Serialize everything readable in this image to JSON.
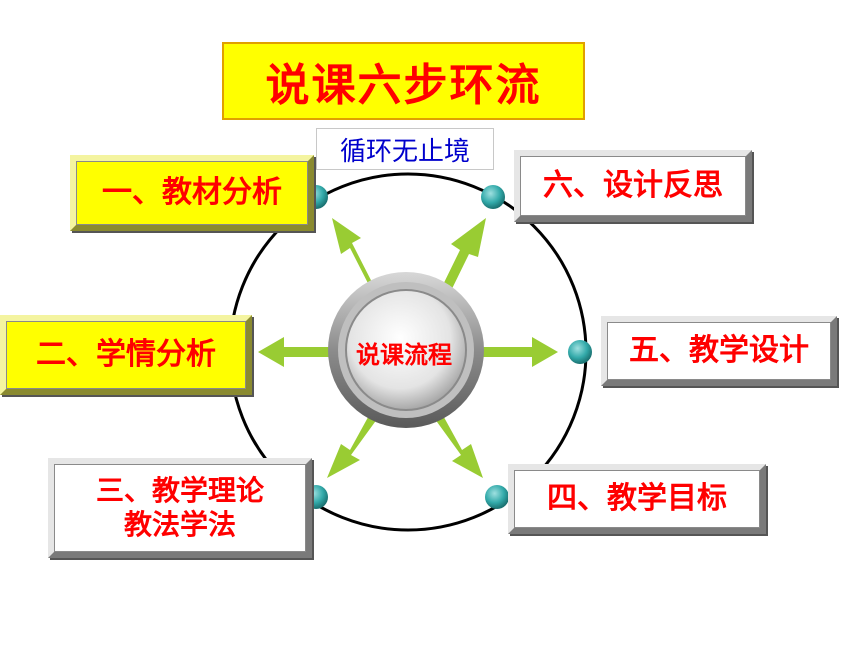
{
  "title": "说课六步环流",
  "subtitle": "循环无止境",
  "center": "说课流程",
  "steps": [
    {
      "label": "一、教材分析",
      "style": "yellow"
    },
    {
      "label": "二、学情分析",
      "style": "yellow"
    },
    {
      "label_line1": "三、教学理论",
      "label_line2": "教法学法",
      "style": "white"
    },
    {
      "label": "四、教学目标",
      "style": "white"
    },
    {
      "label": "五、教学设计",
      "style": "white"
    },
    {
      "label": "六、设计反思",
      "style": "white"
    }
  ],
  "colors": {
    "title_bg": "#ffff00",
    "title_text": "#ff0000",
    "subtitle_text": "#0000cc",
    "arrow": "#99cc33",
    "node": "#33aaaa",
    "step_text": "#ff0000"
  }
}
